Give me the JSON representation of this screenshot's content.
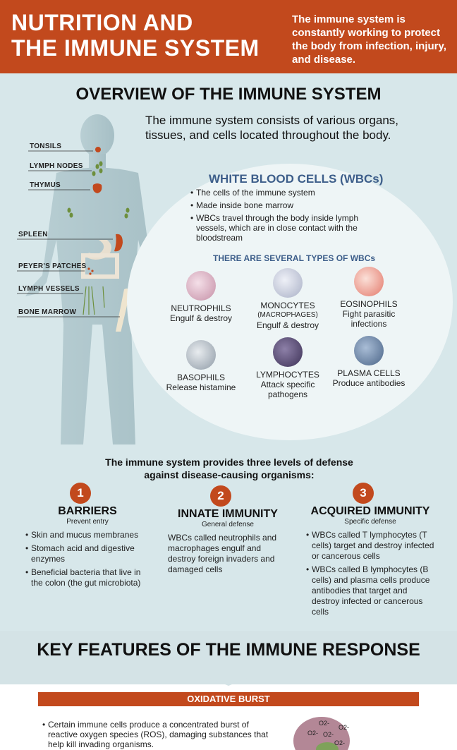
{
  "header": {
    "title_line1": "NUTRITION AND",
    "title_line2": "THE IMMUNE SYSTEM",
    "intro": "The immune system is constantly working to protect the body from infection, injury, and disease."
  },
  "overview": {
    "title": "OVERVIEW OF THE IMMUNE SYSTEM",
    "lead": "The immune system consists of various organs, tissues, and cells located throughout the body.",
    "organs": [
      "TONSILS",
      "LYMPH NODES",
      "THYMUS",
      "SPLEEN",
      "PEYER'S PATCHES",
      "LYMPH VESSELS",
      "BONE MARROW"
    ]
  },
  "wbc": {
    "title": "WHITE BLOOD CELLS (WBCs)",
    "bullets": [
      "The cells of the immune system",
      "Made inside bone marrow",
      "WBCs travel through the body inside lymph vessels, which are in close contact with the bloodstream"
    ],
    "types_title": "THERE ARE SEVERAL TYPES OF WBCs",
    "types": [
      {
        "name": "NEUTROPHILS",
        "name2": "",
        "desc": "Engulf & destroy"
      },
      {
        "name": "MONOCYTES",
        "name2": "(MACROPHAGES)",
        "desc": "Engulf & destroy"
      },
      {
        "name": "EOSINOPHILS",
        "name2": "",
        "desc": "Fight parasitic infections"
      },
      {
        "name": "BASOPHILS",
        "name2": "",
        "desc": "Release histamine"
      },
      {
        "name": "LYMPHOCYTES",
        "name2": "",
        "desc": "Attack specific pathogens"
      },
      {
        "name": "PLASMA CELLS",
        "name2": "",
        "desc": "Produce antibodies"
      }
    ]
  },
  "defense": {
    "intro": "The immune system provides three levels of defense against disease-causing organisms:",
    "levels": [
      {
        "num": "1",
        "title": "BARRIERS",
        "subtitle": "Prevent entry",
        "bullets": [
          "Skin and mucus membranes",
          "Stomach acid and digestive enzymes",
          "Beneficial bacteria that live in the colon (the gut microbiota)"
        ]
      },
      {
        "num": "2",
        "title": "INNATE IMMUNITY",
        "subtitle": "General defense",
        "text": "WBCs called neutrophils and macrophages engulf and destroy foreign invaders and damaged cells"
      },
      {
        "num": "3",
        "title": "ACQUIRED IMMUNITY",
        "subtitle": "Specific defense",
        "bullets": [
          "WBCs called T lymphocytes (T cells) target and destroy infected or cancerous cells",
          "WBCs called B lymphocytes (B cells) and plasma cells produce antibodies that target and destroy infected or cancerous cells"
        ]
      }
    ]
  },
  "key": {
    "title": "KEY FEATURES OF THE IMMUNE RESPONSE",
    "oxidative_title": "OXIDATIVE BURST",
    "oxidative_text": "Certain immune cells produce a concentrated burst of reactive oxygen species (ROS), damaging substances that help kill invading organisms.",
    "o2_label": "O2-"
  },
  "colors": {
    "accent": "#c2491d",
    "blue": "#3d5e8a",
    "bg": "#d7e7ea"
  }
}
